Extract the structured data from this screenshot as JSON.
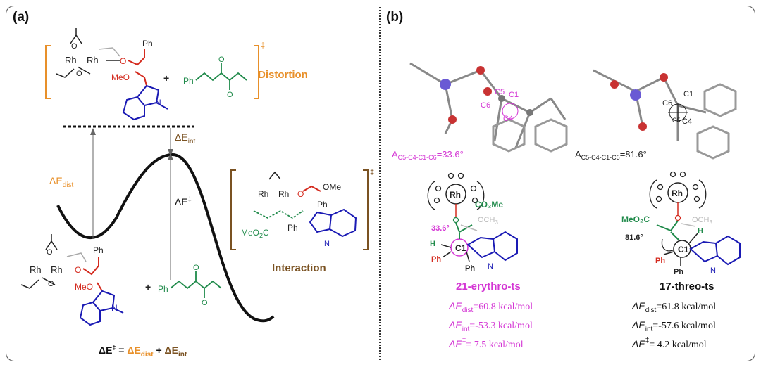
{
  "panel_a": {
    "label": "(a)",
    "ts_dagger": "‡",
    "distortion_label": "Distortion",
    "interaction_label": "Interaction",
    "delta_e_int": "ΔE",
    "delta_e_int_sub": "int",
    "delta_e_dist": "ΔE",
    "delta_e_dist_sub": "dist",
    "delta_e_dagger": "ΔE",
    "delta_e_dagger_sup": "‡",
    "equation": {
      "lhs": "ΔE",
      "lhs_sup": "‡",
      "eq": " = ",
      "dist": "ΔE",
      "dist_sub": "dist",
      "plus": " + ",
      "int": "ΔE",
      "int_sub": "int"
    },
    "atoms": {
      "rh1": "Rh",
      "rh2": "Rh",
      "o": "O",
      "ph": "Ph",
      "meo": "MeO",
      "n": "N",
      "ome": "OMe",
      "meo2c": "MeO",
      "meo2c_sub": "2",
      "meo2c_end": "C",
      "plus": "+"
    }
  },
  "panel_b": {
    "label": "(b)",
    "erythro": {
      "atom_labels": [
        "C5",
        "C1",
        "C6",
        "C4"
      ],
      "dihedral_prefix": "A",
      "dihedral_sub": "C5-C4-C1-C6",
      "dihedral_value": "=33.6°",
      "newman_angle": "33.6°",
      "co2me": "CO₂Me",
      "och3": "OCH",
      "och3_sub": "3",
      "name": "21-erythro-ts",
      "lines": [
        {
          "sym": "ΔE",
          "sub": "dist",
          "val": "=60.8 kcal/mol"
        },
        {
          "sym": "ΔE",
          "sub": "int",
          "val": "=-53.3 kcal/mol"
        },
        {
          "sym": "ΔE",
          "sup": "‡",
          "val": "= 7.5 kcal/mol"
        }
      ]
    },
    "threo": {
      "atom_labels": [
        "C6",
        "C1",
        "C5",
        "C4"
      ],
      "dihedral_prefix": "A",
      "dihedral_sub": "C5-C4-C1-C6",
      "dihedral_value": "=81.6°",
      "newman_angle": "81.6°",
      "meo2c": "MeO₂C",
      "och3": "OCH",
      "och3_sub": "3",
      "name": "17-threo-ts",
      "lines": [
        {
          "sym": "ΔE",
          "sub": "dist",
          "val": "=61.8 kcal/mol"
        },
        {
          "sym": "ΔE",
          "sub": "int",
          "val": "=-57.6 kcal/mol"
        },
        {
          "sym": "ΔE",
          "sup": "‡",
          "val": "= 4.2 kcal/mol"
        }
      ]
    }
  },
  "colors": {
    "orange": "#e8902a",
    "red": "#d42a1e",
    "blue": "#1a1ab4",
    "green": "#1f8a4a",
    "magenta": "#d436d4",
    "brown": "#7a5222",
    "gray": "#999999"
  }
}
